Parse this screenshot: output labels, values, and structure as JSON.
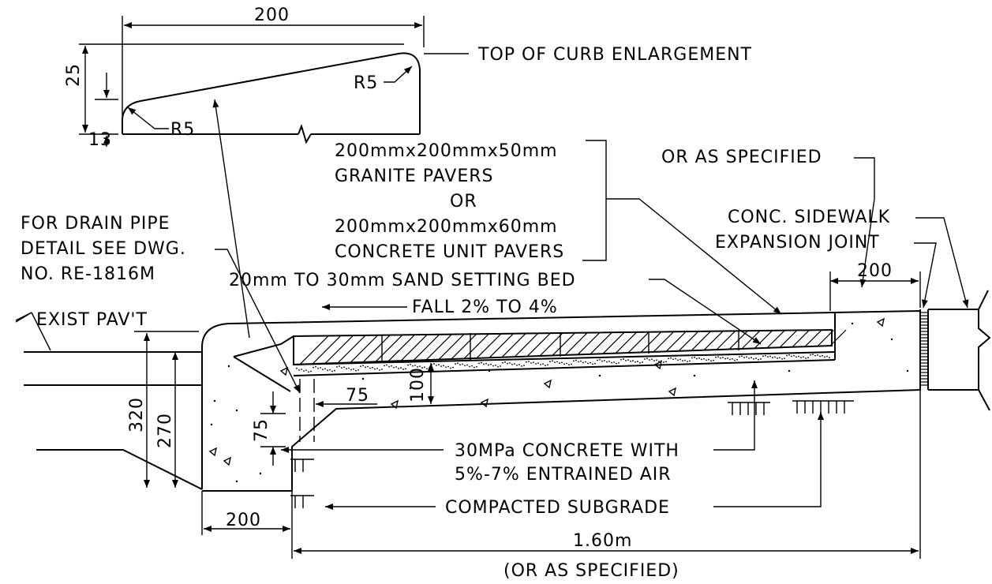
{
  "enlargement": {
    "dim_width": "200",
    "dim_height": "25",
    "dim_low": "13",
    "radius_top": "R5",
    "radius_bottom": "R5",
    "title": "TOP OF CURB ENLARGEMENT"
  },
  "pavers": {
    "line1": "200mmx200mmx50mm",
    "line2": "GRANITE PAVERS",
    "line3": "OR",
    "line4": "200mmx200mmx60mm",
    "line5": "CONCRETE UNIT PAVERS"
  },
  "labels": {
    "or_as_specified": "OR AS SPECIFIED",
    "sidewalk": "CONC. SIDEWALK",
    "expansion_joint": "EXPANSION JOINT",
    "drain_1": "FOR DRAIN PIPE",
    "drain_2": "DETAIL SEE DWG.",
    "drain_3": "NO. RE-1816M",
    "sand_bed": "20mm TO 30mm SAND SETTING BED",
    "fall": "FALL 2% TO 4%",
    "exist_pavt": "EXIST PAV'T",
    "concrete_1": "30MPa CONCRETE WITH",
    "concrete_2": "5%-7% ENTRAINED AIR",
    "subgrade": "COMPACTED SUBGRADE",
    "total_width": "1.60m",
    "total_width_note": "(OR AS SPECIFIED)"
  },
  "dimensions": {
    "joint_offset": "200",
    "curb_height": "320",
    "curb_inner_height": "270",
    "step_width": "75",
    "step_height": "75",
    "slab_thickness": "100",
    "curb_width": "200"
  }
}
